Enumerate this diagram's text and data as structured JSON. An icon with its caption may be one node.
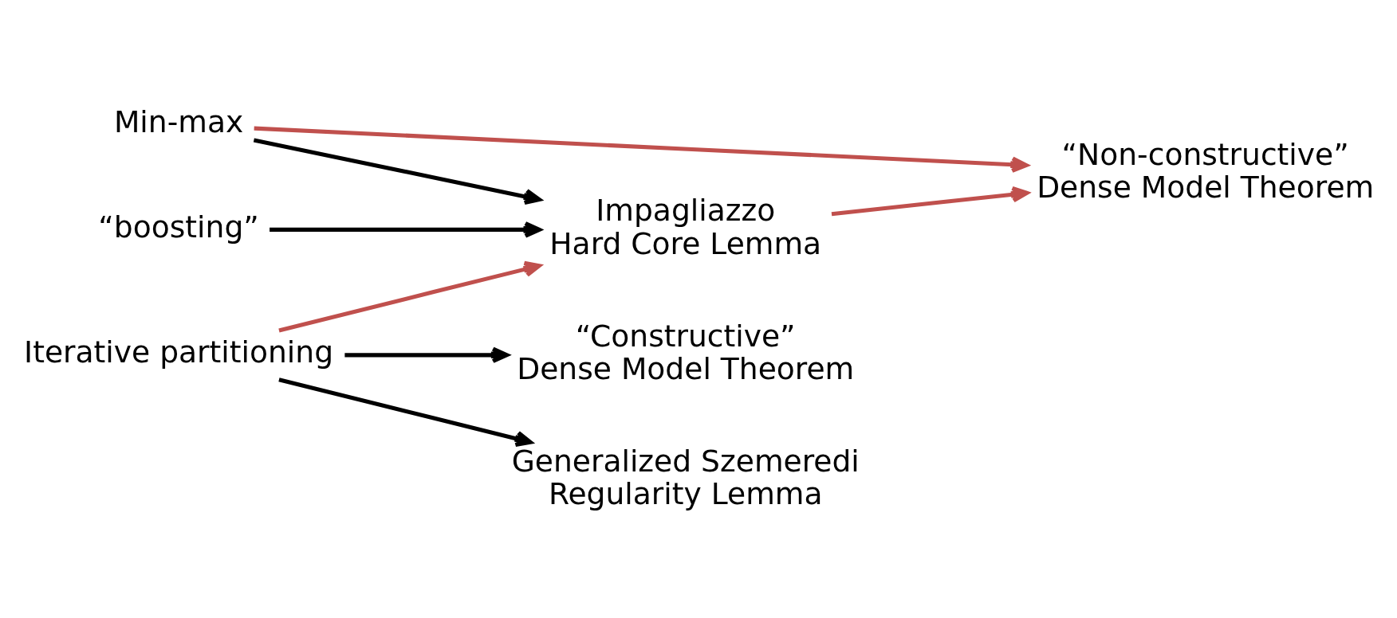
{
  "diagram": {
    "nodes": [
      {
        "text": [
          "Impagliazzo Hard Core Lemma"
        ]
      },
      {
        "text": [
          "“Non-constructive” Dense Model Theorem"
        ]
      },
      {
        "text": [
          "“Constructive” Dense Model Theorem"
        ]
      },
      {
        "text": [
          "Min-max"
        ]
      },
      {
        "text": [
          "Iterative partitioning"
        ]
      },
      {
        "text": [
          "“boosting”"
        ]
      },
      {
        "text": [
          "Generalized Szemeredi Regularity Lemma"
        ]
      }
    ],
    "edges": [
      {
        "from": 5,
        "to": 0,
        "arrow": "to"
      },
      {
        "from": 3,
        "to": 0,
        "arrow": "to"
      },
      {
        "from": 0,
        "to": 1,
        "arrow": "to",
        "color": "#c0504d"
      },
      {
        "from": 3,
        "to": 1,
        "arrow": "to",
        "color": "#c0504d"
      },
      {
        "from": 4,
        "to": 0,
        "arrow": "to",
        "color": "#c0504d"
      },
      {
        "from": 4,
        "to": 2,
        "arrow": "to"
      },
      {
        "from": 4,
        "to": 6,
        "arrow": "to"
      }
    ]
  }
}
